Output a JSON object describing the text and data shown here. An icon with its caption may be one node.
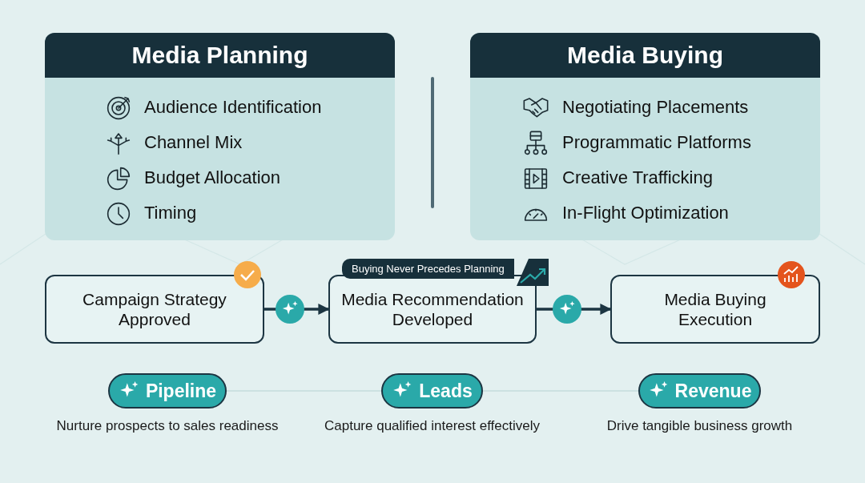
{
  "diagram": {
    "nodes": [
      {
        "text": [
          "Media Planning",
          "Audience Identification",
          "Channel Mix",
          "Budget Allocation",
          "Timing"
        ]
      },
      {
        "text": [
          "Media Buying",
          "Negotiating Placements",
          "Programmatic Platforms",
          "Creative Trafficking",
          "In-Flight Optimization"
        ]
      },
      {
        "text": [
          "Campaign Strategy Approved"
        ]
      },
      {
        "text": [
          "Media Recommendation Developed"
        ],
        "beside": [
          "Buying Never Precedes Planning"
        ]
      },
      {
        "text": [
          "Media Buying Execution"
        ]
      },
      {
        "text": [
          "Pipeline"
        ],
        "beside": [
          "Nurture prospects to sales readiness"
        ]
      },
      {
        "text": [
          "Leads"
        ],
        "beside": [
          "Capture qualified interest effectively"
        ]
      },
      {
        "text": [
          "Revenue"
        ],
        "beside": [
          "Drive tangible business growth"
        ]
      }
    ],
    "edges": [
      {
        "from": 2,
        "to": 3,
        "arrow": "to",
        "style": "thick"
      },
      {
        "from": 3,
        "to": 4,
        "arrow": "to",
        "style": "thick"
      },
      {
        "from": 5,
        "to": 6,
        "arrow": "none",
        "color": "#c4dcdc"
      },
      {
        "from": 6,
        "to": 7,
        "arrow": "none",
        "color": "#c4dcdc"
      }
    ]
  }
}
